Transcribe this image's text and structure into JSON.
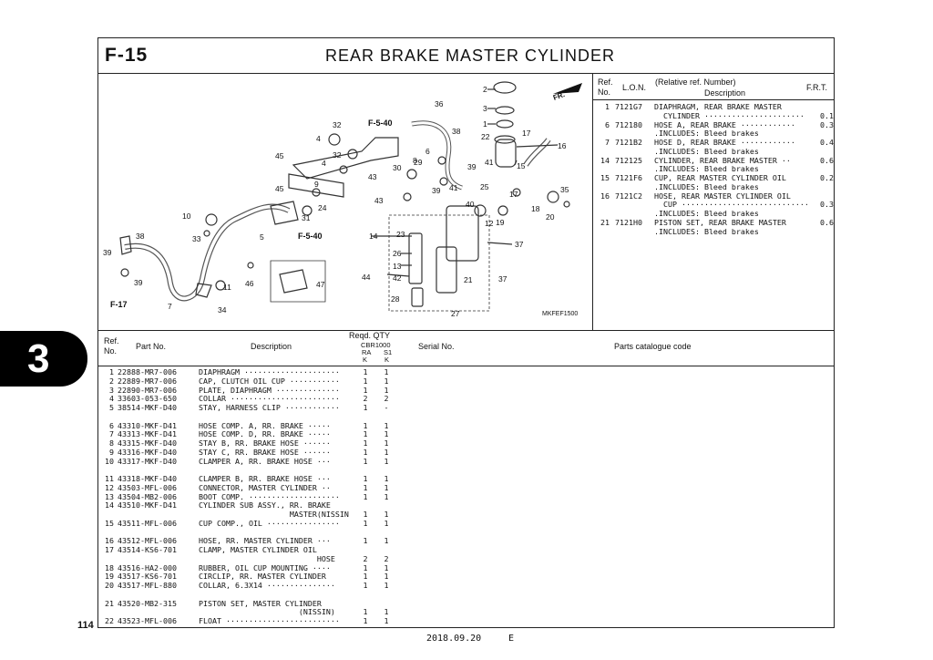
{
  "page": {
    "code": "F-15",
    "title": "REAR BRAKE MASTER CYLINDER",
    "section_tab": "3",
    "page_number": "114",
    "date": "2018.09.20",
    "edition": "E"
  },
  "diagram": {
    "figure_code": "MKFEF1500",
    "refs": {
      "f540_top": "F-5-40",
      "f540_mid": "F-5-40",
      "f17": "F-17",
      "fr": "FR."
    }
  },
  "kits": {
    "headers": {
      "ref": "Ref.",
      "no": "No.",
      "lon": "L.O.N.",
      "rel": "(Relative ref. Number)",
      "desc": "Description",
      "frt": "F.R.T."
    },
    "rows": [
      {
        "ref": "1",
        "lon": "7121G7",
        "desc": "DIAPHRAGM, REAR BRAKE MASTER",
        "frt": ""
      },
      {
        "ref": "",
        "lon": "",
        "desc": "  CYLINDER ······················",
        "frt": "0.1"
      },
      {
        "ref": "6",
        "lon": "712180",
        "desc": "HOSE A, REAR BRAKE ············",
        "frt": "0.3"
      },
      {
        "ref": "",
        "lon": "",
        "desc": ".INCLUDES: Bleed brakes",
        "frt": ""
      },
      {
        "ref": "7",
        "lon": "7121B2",
        "desc": "HOSE D, REAR BRAKE ············",
        "frt": "0.4"
      },
      {
        "ref": "",
        "lon": "",
        "desc": ".INCLUDES: Bleed brakes",
        "frt": ""
      },
      {
        "ref": "14",
        "lon": "712125",
        "desc": "CYLINDER, REAR BRAKE MASTER ··",
        "frt": "0.6"
      },
      {
        "ref": "",
        "lon": "",
        "desc": ".INCLUDES: Bleed brakes",
        "frt": ""
      },
      {
        "ref": "15",
        "lon": "7121F6",
        "desc": "CUP, REAR MASTER CYLINDER OIL",
        "frt": "0.2"
      },
      {
        "ref": "",
        "lon": "",
        "desc": ".INCLUDES: Bleed brakes",
        "frt": ""
      },
      {
        "ref": "16",
        "lon": "7121C2",
        "desc": "HOSE, REAR MASTER CYLINDER OIL",
        "frt": ""
      },
      {
        "ref": "",
        "lon": "",
        "desc": "  CUP ····························",
        "frt": "0.3"
      },
      {
        "ref": "",
        "lon": "",
        "desc": ".INCLUDES: Bleed brakes",
        "frt": ""
      },
      {
        "ref": "21",
        "lon": "7121H0",
        "desc": "PISTON SET, REAR BRAKE MASTER",
        "frt": "0.6"
      },
      {
        "ref": "",
        "lon": "",
        "desc": ".INCLUDES: Bleed brakes",
        "frt": ""
      }
    ]
  },
  "parts": {
    "headers": {
      "ref": "Ref.",
      "no": "No.",
      "part_no": "Part No.",
      "description": "Description",
      "reqd_qty": "Reqd. QTY",
      "model": "CBR1000",
      "ra": "RA",
      "s1": "S1",
      "k1": "K",
      "k2": "K",
      "serial": "Serial No.",
      "catalogue": "Parts catalogue code"
    },
    "rows": [
      {
        "ref": "1",
        "part": "22888-MR7-006",
        "desc": "DIAPHRAGM ·····················",
        "ra": "1",
        "s1": "1"
      },
      {
        "ref": "2",
        "part": "22889-MR7-006",
        "desc": "CAP, CLUTCH OIL CUP ···········",
        "ra": "1",
        "s1": "1"
      },
      {
        "ref": "3",
        "part": "22890-MR7-006",
        "desc": "PLATE, DIAPHRAGM ··············",
        "ra": "1",
        "s1": "1"
      },
      {
        "ref": "4",
        "part": "33603-053-650",
        "desc": "COLLAR ························",
        "ra": "2",
        "s1": "2"
      },
      {
        "ref": "5",
        "part": "38514-MKF-D40",
        "desc": "STAY, HARNESS CLIP ············",
        "ra": "1",
        "s1": "-"
      },
      {
        "ref": "",
        "part": "",
        "desc": "",
        "ra": "",
        "s1": ""
      },
      {
        "ref": "6",
        "part": "43310-MKF-D41",
        "desc": "HOSE COMP. A, RR. BRAKE ·····",
        "ra": "1",
        "s1": "1"
      },
      {
        "ref": "7",
        "part": "43313-MKF-D41",
        "desc": "HOSE COMP. D, RR. BRAKE ·····",
        "ra": "1",
        "s1": "1"
      },
      {
        "ref": "8",
        "part": "43315-MKF-D40",
        "desc": "STAY B, RR. BRAKE HOSE ······",
        "ra": "1",
        "s1": "1"
      },
      {
        "ref": "9",
        "part": "43316-MKF-D40",
        "desc": "STAY C, RR. BRAKE HOSE ······",
        "ra": "1",
        "s1": "1"
      },
      {
        "ref": "10",
        "part": "43317-MKF-D40",
        "desc": "CLAMPER A, RR. BRAKE HOSE ···",
        "ra": "1",
        "s1": "1"
      },
      {
        "ref": "",
        "part": "",
        "desc": "",
        "ra": "",
        "s1": ""
      },
      {
        "ref": "11",
        "part": "43318-MKF-D40",
        "desc": "CLAMPER B, RR. BRAKE HOSE ···",
        "ra": "1",
        "s1": "1"
      },
      {
        "ref": "12",
        "part": "43503-MFL-006",
        "desc": "CONNECTOR, MASTER CYLINDER ··",
        "ra": "1",
        "s1": "1"
      },
      {
        "ref": "13",
        "part": "43504-MB2-006",
        "desc": "BOOT COMP. ····················",
        "ra": "1",
        "s1": "1"
      },
      {
        "ref": "14",
        "part": "43510-MKF-D41",
        "desc": "CYLINDER SUB ASSY., RR. BRAKE",
        "ra": "",
        "s1": ""
      },
      {
        "ref": "",
        "part": "",
        "desc": "                    MASTER(NISSIN)",
        "ra": "1",
        "s1": "1"
      },
      {
        "ref": "15",
        "part": "43511-MFL-006",
        "desc": "CUP COMP., OIL ················",
        "ra": "1",
        "s1": "1"
      },
      {
        "ref": "",
        "part": "",
        "desc": "",
        "ra": "",
        "s1": ""
      },
      {
        "ref": "16",
        "part": "43512-MFL-006",
        "desc": "HOSE, RR. MASTER CYLINDER ···",
        "ra": "1",
        "s1": "1"
      },
      {
        "ref": "17",
        "part": "43514-KS6-701",
        "desc": "CLAMP, MASTER CYLINDER OIL",
        "ra": "",
        "s1": ""
      },
      {
        "ref": "",
        "part": "",
        "desc": "                          HOSE",
        "ra": "2",
        "s1": "2"
      },
      {
        "ref": "18",
        "part": "43516-HA2-000",
        "desc": "RUBBER, OIL CUP MOUNTING ····",
        "ra": "1",
        "s1": "1"
      },
      {
        "ref": "19",
        "part": "43517-KS6-701",
        "desc": "CIRCLIP, RR. MASTER CYLINDER",
        "ra": "1",
        "s1": "1"
      },
      {
        "ref": "20",
        "part": "43517-MFL-880",
        "desc": "COLLAR, 6.3X14 ···············",
        "ra": "1",
        "s1": "1"
      },
      {
        "ref": "",
        "part": "",
        "desc": "",
        "ra": "",
        "s1": ""
      },
      {
        "ref": "21",
        "part": "43520-MB2-315",
        "desc": "PISTON SET, MASTER CYLINDER",
        "ra": "",
        "s1": ""
      },
      {
        "ref": "",
        "part": "",
        "desc": "                      (NISSIN)",
        "ra": "1",
        "s1": "1"
      },
      {
        "ref": "22",
        "part": "43523-MFL-006",
        "desc": "FLOAT ·························",
        "ra": "1",
        "s1": "1"
      }
    ]
  }
}
